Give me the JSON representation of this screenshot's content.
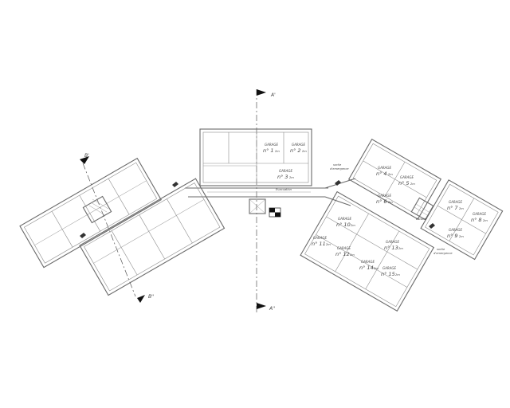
{
  "section_marks": {
    "a_top": "A'",
    "a_bottom": "A''",
    "b_top": "B'",
    "b_bottom": "B''"
  },
  "garages": [
    {
      "label": "GARAGE",
      "number": "n° 1",
      "unit": "2m"
    },
    {
      "label": "GARAGE",
      "number": "n° 2",
      "unit": "2m"
    },
    {
      "label": "GARAGE",
      "number": "n° 3",
      "unit": "2m"
    },
    {
      "label": "GARAGE",
      "number": "n° 4",
      "unit": "2m"
    },
    {
      "label": "GARAGE",
      "number": "n° 5",
      "unit": "2m"
    },
    {
      "label": "GARAGE",
      "number": "n° 6",
      "unit": "2m"
    },
    {
      "label": "GARAGE",
      "number": "n° 7",
      "unit": "2m"
    },
    {
      "label": "GARAGE",
      "number": "n° 8",
      "unit": "2m"
    },
    {
      "label": "GARAGE",
      "number": "n° 9",
      "unit": "2m"
    },
    {
      "label": "GARAGE",
      "number": "n° 10",
      "unit": "2m"
    },
    {
      "label": "GARAGE",
      "number": "n° 11",
      "unit": "2m"
    },
    {
      "label": "GARAGE",
      "number": "n° 12",
      "unit": "2m"
    },
    {
      "label": "GARAGE",
      "number": "n° 13",
      "unit": "2m"
    },
    {
      "label": "GARAGE",
      "number": "n° 14",
      "unit": "2m"
    },
    {
      "label": "GARAGE",
      "number": "n° 15",
      "unit": "2m"
    }
  ],
  "notes": {
    "exit_right_upper": "sortie\nd'emergence",
    "exit_right_lower": "sortie\nd'emergence",
    "corridor": "Evacuation",
    "stair_right": "Escalier"
  }
}
